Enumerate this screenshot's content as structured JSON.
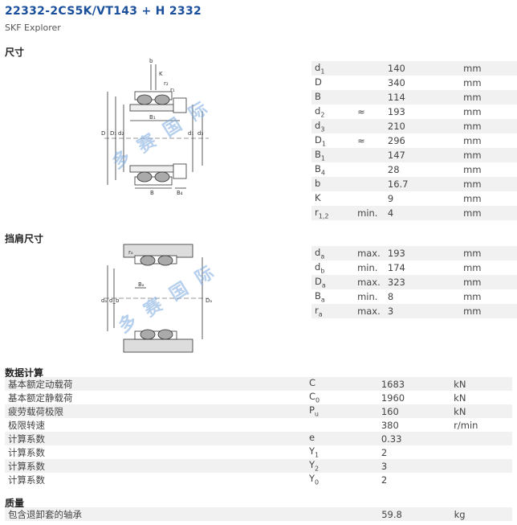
{
  "header": {
    "title": "22332-2CS5K/VT143 + H 2332",
    "subtitle": "SKF Explorer"
  },
  "sections": {
    "dimensions": "尺寸",
    "abutment": "挡肩尺寸",
    "calc": "数据计算",
    "mass": "质量"
  },
  "watermark": "多 赛 国 际",
  "diagram1_labels": {
    "b": "b",
    "K": "K",
    "r2": "r₂",
    "r1": "r₁",
    "D": "D",
    "D1": "D₁",
    "d2": "d₂",
    "B1": "B₁",
    "d1": "d₁",
    "d3": "d₃",
    "B": "B",
    "B4": "B₄"
  },
  "diagram2_labels": {
    "ra": "rₐ",
    "Ba": "Bₐ",
    "da": "dₐ",
    "db": "d_b",
    "Da": "Dₐ"
  },
  "dimensions": [
    {
      "sym": "d",
      "sub": "1",
      "q": "",
      "val": "140",
      "unit": "mm"
    },
    {
      "sym": "D",
      "sub": "",
      "q": "",
      "val": "340",
      "unit": "mm"
    },
    {
      "sym": "B",
      "sub": "",
      "q": "",
      "val": "114",
      "unit": "mm"
    },
    {
      "sym": "d",
      "sub": "2",
      "q": "≈",
      "val": "193",
      "unit": "mm"
    },
    {
      "sym": "d",
      "sub": "3",
      "q": "",
      "val": "210",
      "unit": "mm"
    },
    {
      "sym": "D",
      "sub": "1",
      "q": "≈",
      "val": "296",
      "unit": "mm"
    },
    {
      "sym": "B",
      "sub": "1",
      "q": "",
      "val": "147",
      "unit": "mm"
    },
    {
      "sym": "B",
      "sub": "4",
      "q": "",
      "val": "28",
      "unit": "mm"
    },
    {
      "sym": "b",
      "sub": "",
      "q": "",
      "val": "16.7",
      "unit": "mm"
    },
    {
      "sym": "K",
      "sub": "",
      "q": "",
      "val": "9",
      "unit": "mm"
    },
    {
      "sym": "r",
      "sub": "1,2",
      "q": "min.",
      "val": "4",
      "unit": "mm"
    }
  ],
  "abutment": [
    {
      "sym": "d",
      "sub": "a",
      "q": "max.",
      "val": "193",
      "unit": "mm"
    },
    {
      "sym": "d",
      "sub": "b",
      "q": "min.",
      "val": "174",
      "unit": "mm"
    },
    {
      "sym": "D",
      "sub": "a",
      "q": "max.",
      "val": "323",
      "unit": "mm"
    },
    {
      "sym": "B",
      "sub": "a",
      "q": "min.",
      "val": "8",
      "unit": "mm"
    },
    {
      "sym": "r",
      "sub": "a",
      "q": "max.",
      "val": "3",
      "unit": "mm"
    }
  ],
  "calc": [
    {
      "name": "基本额定动载荷",
      "sym": "C",
      "sub": "",
      "val": "1683",
      "unit": "kN"
    },
    {
      "name": "基本额定静载荷",
      "sym": "C",
      "sub": "0",
      "val": "1960",
      "unit": "kN"
    },
    {
      "name": "疲劳载荷极限",
      "sym": "P",
      "sub": "u",
      "val": "160",
      "unit": "kN"
    },
    {
      "name": "极限转速",
      "sym": "",
      "sub": "",
      "val": "380",
      "unit": "r/min"
    },
    {
      "name": "计算系数",
      "sym": "e",
      "sub": "",
      "val": "0.33",
      "unit": ""
    },
    {
      "name": "计算系数",
      "sym": "Y",
      "sub": "1",
      "val": "2",
      "unit": ""
    },
    {
      "name": "计算系数",
      "sym": "Y",
      "sub": "2",
      "val": "3",
      "unit": ""
    },
    {
      "name": "计算系数",
      "sym": "Y",
      "sub": "0",
      "val": "2",
      "unit": ""
    }
  ],
  "mass": [
    {
      "name": "包含退卸套的轴承",
      "sym": "",
      "sub": "",
      "val": "59.8",
      "unit": "kg"
    }
  ],
  "colors": {
    "title": "#1a4f9c",
    "stripe": "#f1f1f1",
    "watermark": "#7aa8e0"
  }
}
